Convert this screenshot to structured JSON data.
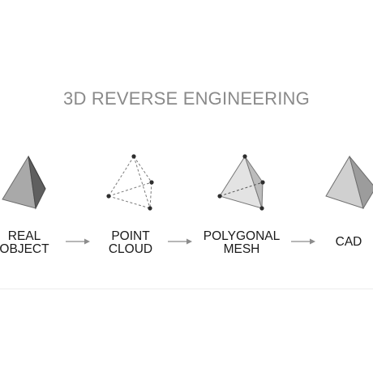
{
  "title": "3D REVERSE ENGINEERING",
  "stages": [
    {
      "line1": "REAL",
      "line2": "OBJECT"
    },
    {
      "line1": "POINT",
      "line2": "CLOUD"
    },
    {
      "line1": "POLYGONAL",
      "line2": "MESH"
    },
    {
      "line1": "CAD",
      "line2": ""
    }
  ],
  "colors": {
    "title": "#8a8a8a",
    "label": "#1a1a1a",
    "arrow": "#8c8c8c",
    "solid_light": "#a9a9a9",
    "solid_dark": "#5f5f5f",
    "mesh_face": "#d9d9d9",
    "cad_face": "#c4c4c4",
    "point": "#2e2e2e"
  },
  "icons": [
    "solid-tetrahedron",
    "point-cloud-tetrahedron",
    "polygon-mesh-tetrahedron",
    "cad-tetrahedron",
    "right-arrow"
  ]
}
